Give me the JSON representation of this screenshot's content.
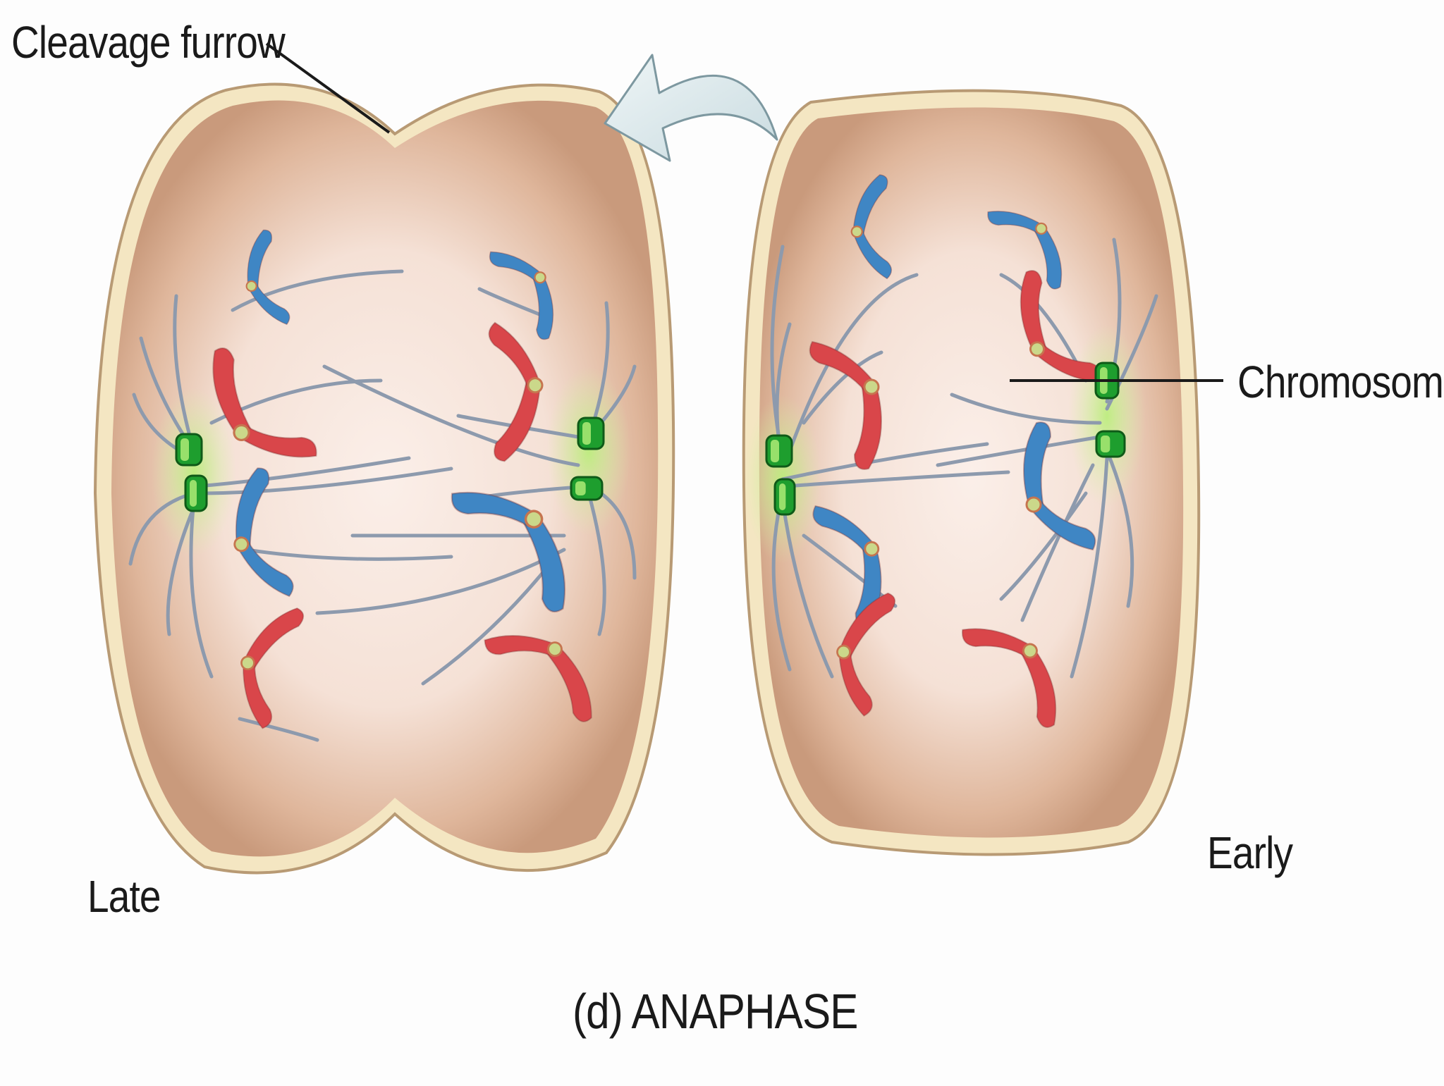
{
  "labels": {
    "cleavage_furrow": "Cleavage furrow",
    "chromosome": "Chromosome",
    "late": "Late",
    "early": "Early",
    "caption": "(d) ANAPHASE"
  },
  "colors": {
    "cytoplasm_edge": "#cfa184",
    "cytoplasm_center": "#f7e6dd",
    "membrane": "#f6e8c4",
    "membrane_outline": "#b99a72",
    "spindle_fiber": "#8d9aad",
    "centriole": "#1e9e2e",
    "chromosome_red": "#d9464a",
    "chromosome_blue": "#3f86c4",
    "arrow_fill": "#dce9ec"
  },
  "icons": {
    "transition_arrow": "curved-arrow-left-icon"
  }
}
